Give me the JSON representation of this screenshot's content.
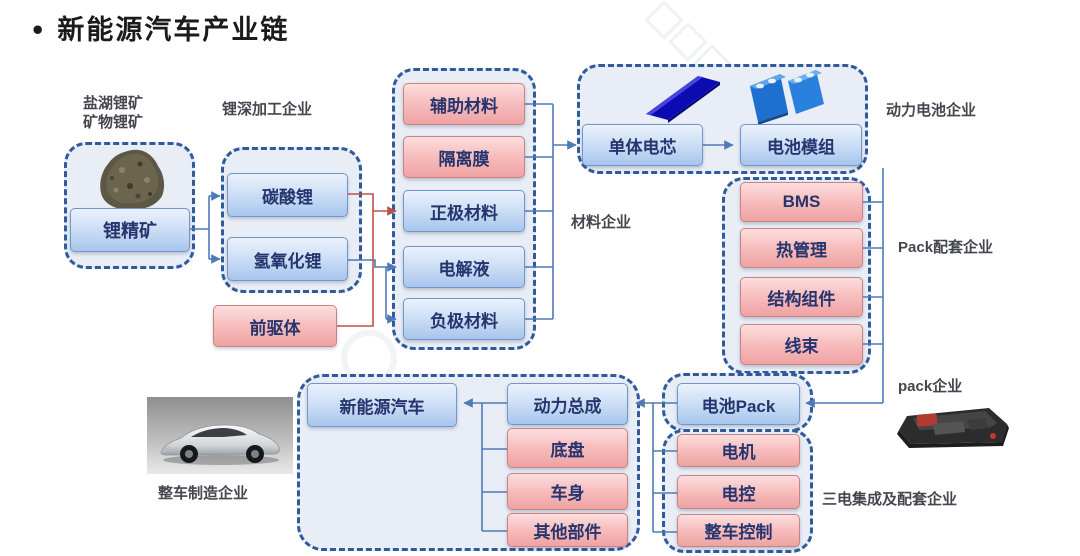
{
  "title": {
    "bullet": "•",
    "text": "新能源汽车产业链"
  },
  "labels": {
    "ore_line1": "盐湖锂矿",
    "ore_line2": "矿物锂矿",
    "li_processing": "锂深加工企业",
    "material_companies": "材料企业",
    "battery_companies": "动力电池企业",
    "pack_suppliers": "Pack配套企业",
    "pack_companies": "pack企业",
    "three_electric": "三电集成及配套企业",
    "vehicle_manufacturers": "整车制造企业"
  },
  "boxes": {
    "li_concentrate": "锂精矿",
    "li2co3": "碳酸锂",
    "lioh": "氢氧化锂",
    "precursor": "前驱体",
    "aux_material": "辅助材料",
    "separator": "隔离膜",
    "cathode": "正极材料",
    "electrolyte": "电解液",
    "anode": "负极材料",
    "cell": "单体电芯",
    "module": "电池模组",
    "bms": "BMS",
    "thermal": "热管理",
    "structure": "结构组件",
    "harness": "线束",
    "pack": "电池Pack",
    "motor": "电机",
    "ecu": "电控",
    "vcu": "整车控制",
    "powertrain": "动力总成",
    "chassis": "底盘",
    "body": "车身",
    "other_parts": "其他部件",
    "nev": "新能源汽车"
  },
  "images": {
    "ore": "lithium-ore-photo",
    "cell": "battery-cell-photo",
    "module": "battery-module-photo",
    "pack": "battery-pack-photo",
    "car": "car-photo"
  },
  "colors": {
    "blue_line": "#4f7ab8",
    "red_line": "#c0504d",
    "dash_border": "#2f5b9d",
    "box_text": "#26356e"
  }
}
